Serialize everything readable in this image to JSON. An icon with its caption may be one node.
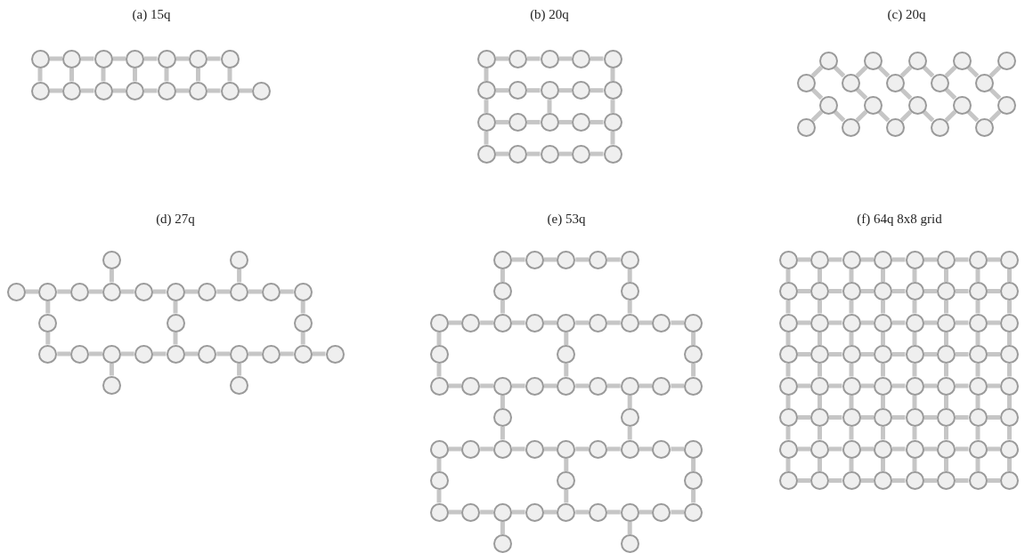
{
  "diagram": {
    "labels": [
      "(a) 15q",
      "(b) 20q",
      "(c) 20q",
      "(d) 27q",
      "(e) 53q",
      "(f) 64q 8x8 grid"
    ],
    "nodes": [
      {
        "text": [],
        "shape": "circle"
      },
      {
        "text": [],
        "shape": "circle"
      },
      {
        "text": [],
        "shape": "circle"
      },
      {
        "text": [],
        "shape": "circle"
      },
      {
        "text": [],
        "shape": "circle"
      },
      {
        "text": [],
        "shape": "circle"
      },
      {
        "text": [],
        "shape": "circle"
      },
      {
        "text": [],
        "shape": "circle"
      },
      {
        "text": [],
        "shape": "circle"
      },
      {
        "text": [],
        "shape": "circle"
      },
      {
        "text": [],
        "shape": "circle"
      },
      {
        "text": [],
        "shape": "circle"
      },
      {
        "text": [],
        "shape": "circle"
      },
      {
        "text": [],
        "shape": "circle"
      },
      {
        "text": [],
        "shape": "circle"
      },
      {
        "text": [],
        "shape": "circle"
      },
      {
        "text": [],
        "shape": "circle"
      },
      {
        "text": [],
        "shape": "circle"
      },
      {
        "text": [],
        "shape": "circle"
      },
      {
        "text": [],
        "shape": "circle"
      },
      {
        "text": [],
        "shape": "circle"
      },
      {
        "text": [],
        "shape": "circle"
      },
      {
        "text": [],
        "shape": "circle"
      },
      {
        "text": [],
        "shape": "circle"
      },
      {
        "text": [],
        "shape": "circle"
      },
      {
        "text": [],
        "shape": "circle"
      },
      {
        "text": [],
        "shape": "circle"
      },
      {
        "text": [],
        "shape": "circle"
      },
      {
        "text": [],
        "shape": "circle"
      },
      {
        "text": [],
        "shape": "circle"
      },
      {
        "text": [],
        "shape": "circle"
      },
      {
        "text": [],
        "shape": "circle"
      },
      {
        "text": [],
        "shape": "circle"
      },
      {
        "text": [],
        "shape": "circle"
      },
      {
        "text": [],
        "shape": "circle"
      },
      {
        "text": [],
        "shape": "circle"
      },
      {
        "text": [],
        "shape": "circle"
      },
      {
        "text": [],
        "shape": "circle"
      },
      {
        "text": [],
        "shape": "circle"
      },
      {
        "text": [],
        "shape": "circle"
      },
      {
        "text": [],
        "shape": "circle"
      },
      {
        "text": [],
        "shape": "circle"
      },
      {
        "text": [],
        "shape": "circle"
      },
      {
        "text": [],
        "shape": "circle"
      },
      {
        "text": [],
        "shape": "circle"
      },
      {
        "text": [],
        "shape": "circle"
      },
      {
        "text": [],
        "shape": "circle"
      },
      {
        "text": [],
        "shape": "circle"
      },
      {
        "text": [],
        "shape": "circle"
      },
      {
        "text": [],
        "shape": "circle"
      },
      {
        "text": [],
        "shape": "circle"
      },
      {
        "text": [],
        "shape": "circle"
      },
      {
        "text": [],
        "shape": "circle"
      },
      {
        "text": [],
        "shape": "circle"
      },
      {
        "text": [],
        "shape": "circle"
      },
      {
        "text": [],
        "shape": "circle"
      },
      {
        "text": [],
        "shape": "circle"
      },
      {
        "text": [],
        "shape": "circle"
      },
      {
        "text": [],
        "shape": "circle"
      },
      {
        "text": [],
        "shape": "circle"
      },
      {
        "text": [],
        "shape": "circle"
      },
      {
        "text": [],
        "shape": "circle"
      },
      {
        "text": [],
        "shape": "circle"
      },
      {
        "text": [],
        "shape": "circle"
      },
      {
        "text": [],
        "shape": "circle"
      },
      {
        "text": [],
        "shape": "circle"
      },
      {
        "text": [],
        "shape": "circle"
      },
      {
        "text": [],
        "shape": "circle"
      },
      {
        "text": [],
        "shape": "circle"
      },
      {
        "text": [],
        "shape": "circle"
      },
      {
        "text": [],
        "shape": "circle"
      },
      {
        "text": [],
        "shape": "circle"
      },
      {
        "text": [],
        "shape": "circle"
      },
      {
        "text": [],
        "shape": "circle"
      },
      {
        "text": [],
        "shape": "circle"
      },
      {
        "text": [],
        "shape": "circle"
      },
      {
        "text": [],
        "shape": "circle"
      },
      {
        "text": [],
        "shape": "circle"
      },
      {
        "text": [],
        "shape": "circle"
      },
      {
        "text": [],
        "shape": "circle"
      },
      {
        "text": [],
        "shape": "circle"
      },
      {
        "text": [],
        "shape": "circle"
      },
      {
        "text": [],
        "shape": "circle"
      },
      {
        "text": [],
        "shape": "circle"
      },
      {
        "text": [],
        "shape": "circle"
      },
      {
        "text": [],
        "shape": "circle"
      },
      {
        "text": [],
        "shape": "circle"
      },
      {
        "text": [],
        "shape": "circle"
      },
      {
        "text": [],
        "shape": "circle"
      },
      {
        "text": [],
        "shape": "circle"
      },
      {
        "text": [],
        "shape": "circle"
      },
      {
        "text": [],
        "shape": "circle"
      },
      {
        "text": [],
        "shape": "circle"
      },
      {
        "text": [],
        "shape": "circle"
      },
      {
        "text": [],
        "shape": "circle"
      },
      {
        "text": [],
        "shape": "circle"
      },
      {
        "text": [],
        "shape": "circle"
      },
      {
        "text": [],
        "shape": "circle"
      },
      {
        "text": [],
        "shape": "circle"
      },
      {
        "text": [],
        "shape": "circle"
      },
      {
        "text": [],
        "shape": "circle"
      },
      {
        "text": [],
        "shape": "circle"
      },
      {
        "text": [],
        "shape": "circle"
      },
      {
        "text": [],
        "shape": "circle"
      },
      {
        "text": [],
        "shape": "circle"
      },
      {
        "text": [],
        "shape": "circle"
      },
      {
        "text": [],
        "shape": "circle"
      },
      {
        "text": [],
        "shape": "circle"
      },
      {
        "text": [],
        "shape": "circle"
      },
      {
        "text": [],
        "shape": "circle"
      },
      {
        "text": [],
        "shape": "circle"
      },
      {
        "text": [],
        "shape": "circle"
      },
      {
        "text": [],
        "shape": "circle"
      },
      {
        "text": [],
        "shape": "circle"
      },
      {
        "text": [],
        "shape": "circle"
      },
      {
        "text": [],
        "shape": "circle"
      },
      {
        "text": [],
        "shape": "circle"
      },
      {
        "text": [],
        "shape": "circle"
      },
      {
        "text": [],
        "shape": "circle"
      },
      {
        "text": [],
        "shape": "circle"
      },
      {
        "text": [],
        "shape": "circle"
      },
      {
        "text": [],
        "shape": "circle"
      },
      {
        "text": [],
        "shape": "circle"
      },
      {
        "text": [],
        "shape": "circle"
      },
      {
        "text": [],
        "shape": "circle"
      },
      {
        "text": [],
        "shape": "circle"
      },
      {
        "text": [],
        "shape": "circle"
      },
      {
        "text": [],
        "shape": "circle"
      },
      {
        "text": [],
        "shape": "circle"
      },
      {
        "text": [],
        "shape": "circle"
      },
      {
        "text": [],
        "shape": "circle"
      },
      {
        "text": [],
        "shape": "circle"
      },
      {
        "text": [],
        "shape": "circle"
      },
      {
        "text": [],
        "shape": "circle"
      },
      {
        "text": [],
        "shape": "circle"
      },
      {
        "text": [],
        "shape": "circle"
      },
      {
        "text": [],
        "shape": "circle"
      },
      {
        "text": [],
        "shape": "circle"
      },
      {
        "text": [],
        "shape": "circle"
      },
      {
        "text": [],
        "shape": "circle"
      },
      {
        "text": [],
        "shape": "circle"
      },
      {
        "text": [],
        "shape": "circle"
      },
      {
        "text": [],
        "shape": "circle"
      },
      {
        "text": [],
        "shape": "circle"
      },
      {
        "text": [],
        "shape": "circle"
      },
      {
        "text": [],
        "shape": "circle"
      },
      {
        "text": [],
        "shape": "circle"
      },
      {
        "text": [],
        "shape": "circle"
      },
      {
        "text": [],
        "shape": "circle"
      },
      {
        "text": [],
        "shape": "circle"
      },
      {
        "text": [],
        "shape": "circle"
      },
      {
        "text": [],
        "shape": "circle"
      },
      {
        "text": [],
        "shape": "circle"
      },
      {
        "text": [],
        "shape": "circle"
      },
      {
        "text": [],
        "shape": "circle"
      },
      {
        "text": [],
        "shape": "circle"
      },
      {
        "text": [],
        "shape": "circle"
      },
      {
        "text": [],
        "shape": "circle"
      },
      {
        "text": [],
        "shape": "circle"
      },
      {
        "text": [],
        "shape": "circle"
      },
      {
        "text": [],
        "shape": "circle"
      },
      {
        "text": [],
        "shape": "circle"
      },
      {
        "text": [],
        "shape": "circle"
      },
      {
        "text": [],
        "shape": "circle"
      },
      {
        "text": [],
        "shape": "circle"
      },
      {
        "text": [],
        "shape": "circle"
      },
      {
        "text": [],
        "shape": "circle"
      },
      {
        "text": [],
        "shape": "circle"
      },
      {
        "text": [],
        "shape": "circle"
      },
      {
        "text": [],
        "shape": "circle"
      },
      {
        "text": [],
        "shape": "circle"
      },
      {
        "text": [],
        "shape": "circle"
      },
      {
        "text": [],
        "shape": "circle"
      },
      {
        "text": [],
        "shape": "circle"
      },
      {
        "text": [],
        "shape": "circle"
      },
      {
        "text": [],
        "shape": "circle"
      },
      {
        "text": [],
        "shape": "circle"
      },
      {
        "text": [],
        "shape": "circle"
      },
      {
        "text": [],
        "shape": "circle"
      },
      {
        "text": [],
        "shape": "circle"
      },
      {
        "text": [],
        "shape": "circle"
      },
      {
        "text": [],
        "shape": "circle"
      },
      {
        "text": [],
        "shape": "circle"
      },
      {
        "text": [],
        "shape": "circle"
      },
      {
        "text": [],
        "shape": "circle"
      },
      {
        "text": [],
        "shape": "circle"
      },
      {
        "text": [],
        "shape": "circle"
      },
      {
        "text": [],
        "shape": "circle"
      },
      {
        "text": [],
        "shape": "circle"
      },
      {
        "text": [],
        "shape": "circle"
      },
      {
        "text": [],
        "shape": "circle"
      },
      {
        "text": [],
        "shape": "circle"
      },
      {
        "text": [],
        "shape": "circle"
      },
      {
        "text": [],
        "shape": "circle"
      },
      {
        "text": [],
        "shape": "circle"
      },
      {
        "text": [],
        "shape": "circle"
      },
      {
        "text": [],
        "shape": "circle"
      },
      {
        "text": [],
        "shape": "circle"
      },
      {
        "text": [],
        "shape": "circle"
      }
    ],
    "edges": [
      {
        "from": 0,
        "to": 1,
        "arrow": "none"
      },
      {
        "from": 1,
        "to": 2,
        "arrow": "none"
      },
      {
        "from": 2,
        "to": 3,
        "arrow": "none"
      },
      {
        "from": 3,
        "to": 4,
        "arrow": "none"
      },
      {
        "from": 4,
        "to": 5,
        "arrow": "none"
      },
      {
        "from": 5,
        "to": 6,
        "arrow": "none"
      },
      {
        "from": 7,
        "to": 8,
        "arrow": "none"
      },
      {
        "from": 8,
        "to": 9,
        "arrow": "none"
      },
      {
        "from": 9,
        "to": 10,
        "arrow": "none"
      },
      {
        "from": 10,
        "to": 11,
        "arrow": "none"
      },
      {
        "from": 11,
        "to": 12,
        "arrow": "none"
      },
      {
        "from": 12,
        "to": 13,
        "arrow": "none"
      },
      {
        "from": 13,
        "to": 14,
        "arrow": "none"
      },
      {
        "from": 0,
        "to": 7,
        "arrow": "none"
      },
      {
        "from": 1,
        "to": 8,
        "arrow": "none"
      },
      {
        "from": 2,
        "to": 9,
        "arrow": "none"
      },
      {
        "from": 3,
        "to": 10,
        "arrow": "none"
      },
      {
        "from": 4,
        "to": 11,
        "arrow": "none"
      },
      {
        "from": 5,
        "to": 12,
        "arrow": "none"
      },
      {
        "from": 6,
        "to": 13,
        "arrow": "none"
      },
      {
        "from": 15,
        "to": 16,
        "arrow": "none"
      },
      {
        "from": 16,
        "to": 17,
        "arrow": "none"
      },
      {
        "from": 17,
        "to": 18,
        "arrow": "none"
      },
      {
        "from": 18,
        "to": 19,
        "arrow": "none"
      },
      {
        "from": 20,
        "to": 21,
        "arrow": "none"
      },
      {
        "from": 21,
        "to": 22,
        "arrow": "none"
      },
      {
        "from": 22,
        "to": 23,
        "arrow": "none"
      },
      {
        "from": 23,
        "to": 24,
        "arrow": "none"
      },
      {
        "from": 25,
        "to": 26,
        "arrow": "none"
      },
      {
        "from": 26,
        "to": 27,
        "arrow": "none"
      },
      {
        "from": 27,
        "to": 28,
        "arrow": "none"
      },
      {
        "from": 28,
        "to": 29,
        "arrow": "none"
      },
      {
        "from": 30,
        "to": 31,
        "arrow": "none"
      },
      {
        "from": 31,
        "to": 32,
        "arrow": "none"
      },
      {
        "from": 32,
        "to": 33,
        "arrow": "none"
      },
      {
        "from": 33,
        "to": 34,
        "arrow": "none"
      },
      {
        "from": 15,
        "to": 20,
        "arrow": "none"
      },
      {
        "from": 20,
        "to": 25,
        "arrow": "none"
      },
      {
        "from": 25,
        "to": 30,
        "arrow": "none"
      },
      {
        "from": 22,
        "to": 27,
        "arrow": "none"
      },
      {
        "from": 19,
        "to": 24,
        "arrow": "none"
      },
      {
        "from": 24,
        "to": 29,
        "arrow": "none"
      },
      {
        "from": 29,
        "to": 34,
        "arrow": "none"
      },
      {
        "from": 35,
        "to": 40,
        "arrow": "none"
      },
      {
        "from": 35,
        "to": 41,
        "arrow": "none"
      },
      {
        "from": 36,
        "to": 41,
        "arrow": "none"
      },
      {
        "from": 36,
        "to": 42,
        "arrow": "none"
      },
      {
        "from": 37,
        "to": 42,
        "arrow": "none"
      },
      {
        "from": 37,
        "to": 43,
        "arrow": "none"
      },
      {
        "from": 38,
        "to": 43,
        "arrow": "none"
      },
      {
        "from": 38,
        "to": 44,
        "arrow": "none"
      },
      {
        "from": 39,
        "to": 44,
        "arrow": "none"
      },
      {
        "from": 40,
        "to": 45,
        "arrow": "none"
      },
      {
        "from": 41,
        "to": 46,
        "arrow": "none"
      },
      {
        "from": 42,
        "to": 47,
        "arrow": "none"
      },
      {
        "from": 43,
        "to": 48,
        "arrow": "none"
      },
      {
        "from": 44,
        "to": 49,
        "arrow": "none"
      },
      {
        "from": 45,
        "to": 50,
        "arrow": "none"
      },
      {
        "from": 45,
        "to": 51,
        "arrow": "none"
      },
      {
        "from": 46,
        "to": 51,
        "arrow": "none"
      },
      {
        "from": 46,
        "to": 52,
        "arrow": "none"
      },
      {
        "from": 47,
        "to": 52,
        "arrow": "none"
      },
      {
        "from": 47,
        "to": 53,
        "arrow": "none"
      },
      {
        "from": 48,
        "to": 53,
        "arrow": "none"
      },
      {
        "from": 48,
        "to": 54,
        "arrow": "none"
      },
      {
        "from": 49,
        "to": 54,
        "arrow": "none"
      },
      {
        "from": 57,
        "to": 58,
        "arrow": "none"
      },
      {
        "from": 58,
        "to": 59,
        "arrow": "none"
      },
      {
        "from": 59,
        "to": 60,
        "arrow": "none"
      },
      {
        "from": 60,
        "to": 61,
        "arrow": "none"
      },
      {
        "from": 61,
        "to": 62,
        "arrow": "none"
      },
      {
        "from": 62,
        "to": 63,
        "arrow": "none"
      },
      {
        "from": 63,
        "to": 64,
        "arrow": "none"
      },
      {
        "from": 64,
        "to": 65,
        "arrow": "none"
      },
      {
        "from": 65,
        "to": 66,
        "arrow": "none"
      },
      {
        "from": 55,
        "to": 60,
        "arrow": "none"
      },
      {
        "from": 56,
        "to": 64,
        "arrow": "none"
      },
      {
        "from": 58,
        "to": 67,
        "arrow": "none"
      },
      {
        "from": 67,
        "to": 70,
        "arrow": "none"
      },
      {
        "from": 62,
        "to": 68,
        "arrow": "none"
      },
      {
        "from": 68,
        "to": 74,
        "arrow": "none"
      },
      {
        "from": 66,
        "to": 69,
        "arrow": "none"
      },
      {
        "from": 69,
        "to": 78,
        "arrow": "none"
      },
      {
        "from": 70,
        "to": 71,
        "arrow": "none"
      },
      {
        "from": 71,
        "to": 72,
        "arrow": "none"
      },
      {
        "from": 72,
        "to": 73,
        "arrow": "none"
      },
      {
        "from": 73,
        "to": 74,
        "arrow": "none"
      },
      {
        "from": 74,
        "to": 75,
        "arrow": "none"
      },
      {
        "from": 75,
        "to": 76,
        "arrow": "none"
      },
      {
        "from": 76,
        "to": 77,
        "arrow": "none"
      },
      {
        "from": 77,
        "to": 78,
        "arrow": "none"
      },
      {
        "from": 78,
        "to": 79,
        "arrow": "none"
      },
      {
        "from": 72,
        "to": 80,
        "arrow": "none"
      },
      {
        "from": 76,
        "to": 81,
        "arrow": "none"
      },
      {
        "from": 82,
        "to": 83,
        "arrow": "none"
      },
      {
        "from": 83,
        "to": 84,
        "arrow": "none"
      },
      {
        "from": 84,
        "to": 85,
        "arrow": "none"
      },
      {
        "from": 85,
        "to": 86,
        "arrow": "none"
      },
      {
        "from": 82,
        "to": 87,
        "arrow": "none"
      },
      {
        "from": 87,
        "to": 91,
        "arrow": "none"
      },
      {
        "from": 86,
        "to": 88,
        "arrow": "none"
      },
      {
        "from": 88,
        "to": 95,
        "arrow": "none"
      },
      {
        "from": 89,
        "to": 90,
        "arrow": "none"
      },
      {
        "from": 90,
        "to": 91,
        "arrow": "none"
      },
      {
        "from": 91,
        "to": 92,
        "arrow": "none"
      },
      {
        "from": 92,
        "to": 93,
        "arrow": "none"
      },
      {
        "from": 93,
        "to": 94,
        "arrow": "none"
      },
      {
        "from": 94,
        "to": 95,
        "arrow": "none"
      },
      {
        "from": 95,
        "to": 96,
        "arrow": "none"
      },
      {
        "from": 96,
        "to": 97,
        "arrow": "none"
      },
      {
        "from": 89,
        "to": 98,
        "arrow": "none"
      },
      {
        "from": 98,
        "to": 101,
        "arrow": "none"
      },
      {
        "from": 93,
        "to": 99,
        "arrow": "none"
      },
      {
        "from": 99,
        "to": 105,
        "arrow": "none"
      },
      {
        "from": 97,
        "to": 100,
        "arrow": "none"
      },
      {
        "from": 100,
        "to": 109,
        "arrow": "none"
      },
      {
        "from": 101,
        "to": 102,
        "arrow": "none"
      },
      {
        "from": 102,
        "to": 103,
        "arrow": "none"
      },
      {
        "from": 103,
        "to": 104,
        "arrow": "none"
      },
      {
        "from": 104,
        "to": 105,
        "arrow": "none"
      },
      {
        "from": 105,
        "to": 106,
        "arrow": "none"
      },
      {
        "from": 106,
        "to": 107,
        "arrow": "none"
      },
      {
        "from": 107,
        "to": 108,
        "arrow": "none"
      },
      {
        "from": 108,
        "to": 109,
        "arrow": "none"
      },
      {
        "from": 103,
        "to": 110,
        "arrow": "none"
      },
      {
        "from": 110,
        "to": 114,
        "arrow": "none"
      },
      {
        "from": 107,
        "to": 111,
        "arrow": "none"
      },
      {
        "from": 111,
        "to": 118,
        "arrow": "none"
      },
      {
        "from": 112,
        "to": 113,
        "arrow": "none"
      },
      {
        "from": 113,
        "to": 114,
        "arrow": "none"
      },
      {
        "from": 114,
        "to": 115,
        "arrow": "none"
      },
      {
        "from": 115,
        "to": 116,
        "arrow": "none"
      },
      {
        "from": 116,
        "to": 117,
        "arrow": "none"
      },
      {
        "from": 117,
        "to": 118,
        "arrow": "none"
      },
      {
        "from": 118,
        "to": 119,
        "arrow": "none"
      },
      {
        "from": 119,
        "to": 120,
        "arrow": "none"
      },
      {
        "from": 112,
        "to": 121,
        "arrow": "none"
      },
      {
        "from": 121,
        "to": 124,
        "arrow": "none"
      },
      {
        "from": 116,
        "to": 122,
        "arrow": "none"
      },
      {
        "from": 122,
        "to": 128,
        "arrow": "none"
      },
      {
        "from": 120,
        "to": 123,
        "arrow": "none"
      },
      {
        "from": 123,
        "to": 132,
        "arrow": "none"
      },
      {
        "from": 124,
        "to": 125,
        "arrow": "none"
      },
      {
        "from": 125,
        "to": 126,
        "arrow": "none"
      },
      {
        "from": 126,
        "to": 127,
        "arrow": "none"
      },
      {
        "from": 127,
        "to": 128,
        "arrow": "none"
      },
      {
        "from": 128,
        "to": 129,
        "arrow": "none"
      },
      {
        "from": 129,
        "to": 130,
        "arrow": "none"
      },
      {
        "from": 130,
        "to": 131,
        "arrow": "none"
      },
      {
        "from": 131,
        "to": 132,
        "arrow": "none"
      },
      {
        "from": 126,
        "to": 133,
        "arrow": "none"
      },
      {
        "from": 130,
        "to": 134,
        "arrow": "none"
      },
      {
        "from": 135,
        "to": 136,
        "arrow": "none"
      },
      {
        "from": 136,
        "to": 137,
        "arrow": "none"
      },
      {
        "from": 137,
        "to": 138,
        "arrow": "none"
      },
      {
        "from": 138,
        "to": 139,
        "arrow": "none"
      },
      {
        "from": 139,
        "to": 140,
        "arrow": "none"
      },
      {
        "from": 140,
        "to": 141,
        "arrow": "none"
      },
      {
        "from": 141,
        "to": 142,
        "arrow": "none"
      },
      {
        "from": 135,
        "to": 143,
        "arrow": "none"
      },
      {
        "from": 136,
        "to": 144,
        "arrow": "none"
      },
      {
        "from": 137,
        "to": 145,
        "arrow": "none"
      },
      {
        "from": 138,
        "to": 146,
        "arrow": "none"
      },
      {
        "from": 139,
        "to": 147,
        "arrow": "none"
      },
      {
        "from": 140,
        "to": 148,
        "arrow": "none"
      },
      {
        "from": 141,
        "to": 149,
        "arrow": "none"
      },
      {
        "from": 142,
        "to": 150,
        "arrow": "none"
      },
      {
        "from": 143,
        "to": 144,
        "arrow": "none"
      },
      {
        "from": 144,
        "to": 145,
        "arrow": "none"
      },
      {
        "from": 145,
        "to": 146,
        "arrow": "none"
      },
      {
        "from": 146,
        "to": 147,
        "arrow": "none"
      },
      {
        "from": 147,
        "to": 148,
        "arrow": "none"
      },
      {
        "from": 148,
        "to": 149,
        "arrow": "none"
      },
      {
        "from": 149,
        "to": 150,
        "arrow": "none"
      },
      {
        "from": 143,
        "to": 151,
        "arrow": "none"
      },
      {
        "from": 144,
        "to": 152,
        "arrow": "none"
      },
      {
        "from": 145,
        "to": 153,
        "arrow": "none"
      },
      {
        "from": 146,
        "to": 154,
        "arrow": "none"
      },
      {
        "from": 147,
        "to": 155,
        "arrow": "none"
      },
      {
        "from": 148,
        "to": 156,
        "arrow": "none"
      },
      {
        "from": 149,
        "to": 157,
        "arrow": "none"
      },
      {
        "from": 150,
        "to": 158,
        "arrow": "none"
      },
      {
        "from": 151,
        "to": 152,
        "arrow": "none"
      },
      {
        "from": 152,
        "to": 153,
        "arrow": "none"
      },
      {
        "from": 153,
        "to": 154,
        "arrow": "none"
      },
      {
        "from": 154,
        "to": 155,
        "arrow": "none"
      },
      {
        "from": 155,
        "to": 156,
        "arrow": "none"
      },
      {
        "from": 156,
        "to": 157,
        "arrow": "none"
      },
      {
        "from": 157,
        "to": 158,
        "arrow": "none"
      },
      {
        "from": 151,
        "to": 159,
        "arrow": "none"
      },
      {
        "from": 152,
        "to": 160,
        "arrow": "none"
      },
      {
        "from": 153,
        "to": 161,
        "arrow": "none"
      },
      {
        "from": 154,
        "to": 162,
        "arrow": "none"
      },
      {
        "from": 155,
        "to": 163,
        "arrow": "none"
      },
      {
        "from": 156,
        "to": 164,
        "arrow": "none"
      },
      {
        "from": 157,
        "to": 165,
        "arrow": "none"
      },
      {
        "from": 158,
        "to": 166,
        "arrow": "none"
      },
      {
        "from": 159,
        "to": 160,
        "arrow": "none"
      },
      {
        "from": 160,
        "to": 161,
        "arrow": "none"
      },
      {
        "from": 161,
        "to": 162,
        "arrow": "none"
      },
      {
        "from": 162,
        "to": 163,
        "arrow": "none"
      },
      {
        "from": 163,
        "to": 164,
        "arrow": "none"
      },
      {
        "from": 164,
        "to": 165,
        "arrow": "none"
      },
      {
        "from": 165,
        "to": 166,
        "arrow": "none"
      },
      {
        "from": 159,
        "to": 167,
        "arrow": "none"
      },
      {
        "from": 160,
        "to": 168,
        "arrow": "none"
      },
      {
        "from": 161,
        "to": 169,
        "arrow": "none"
      },
      {
        "from": 162,
        "to": 170,
        "arrow": "none"
      },
      {
        "from": 163,
        "to": 171,
        "arrow": "none"
      },
      {
        "from": 164,
        "to": 172,
        "arrow": "none"
      },
      {
        "from": 165,
        "to": 173,
        "arrow": "none"
      },
      {
        "from": 166,
        "to": 174,
        "arrow": "none"
      },
      {
        "from": 167,
        "to": 168,
        "arrow": "none"
      },
      {
        "from": 168,
        "to": 169,
        "arrow": "none"
      },
      {
        "from": 169,
        "to": 170,
        "arrow": "none"
      },
      {
        "from": 170,
        "to": 171,
        "arrow": "none"
      },
      {
        "from": 171,
        "to": 172,
        "arrow": "none"
      },
      {
        "from": 172,
        "to": 173,
        "arrow": "none"
      },
      {
        "from": 173,
        "to": 174,
        "arrow": "none"
      },
      {
        "from": 167,
        "to": 175,
        "arrow": "none"
      },
      {
        "from": 168,
        "to": 176,
        "arrow": "none"
      },
      {
        "from": 169,
        "to": 177,
        "arrow": "none"
      },
      {
        "from": 170,
        "to": 178,
        "arrow": "none"
      },
      {
        "from": 171,
        "to": 179,
        "arrow": "none"
      },
      {
        "from": 172,
        "to": 180,
        "arrow": "none"
      },
      {
        "from": 173,
        "to": 181,
        "arrow": "none"
      },
      {
        "from": 174,
        "to": 182,
        "arrow": "none"
      },
      {
        "from": 175,
        "to": 176,
        "arrow": "none"
      },
      {
        "from": 176,
        "to": 177,
        "arrow": "none"
      },
      {
        "from": 177,
        "to": 178,
        "arrow": "none"
      },
      {
        "from": 178,
        "to": 179,
        "arrow": "none"
      },
      {
        "from": 179,
        "to": 180,
        "arrow": "none"
      },
      {
        "from": 180,
        "to": 181,
        "arrow": "none"
      },
      {
        "from": 181,
        "to": 182,
        "arrow": "none"
      },
      {
        "from": 175,
        "to": 183,
        "arrow": "none"
      },
      {
        "from": 176,
        "to": 184,
        "arrow": "none"
      },
      {
        "from": 177,
        "to": 185,
        "arrow": "none"
      },
      {
        "from": 178,
        "to": 186,
        "arrow": "none"
      },
      {
        "from": 179,
        "to": 187,
        "arrow": "none"
      },
      {
        "from": 180,
        "to": 188,
        "arrow": "none"
      },
      {
        "from": 181,
        "to": 189,
        "arrow": "none"
      },
      {
        "from": 182,
        "to": 190,
        "arrow": "none"
      },
      {
        "from": 183,
        "to": 184,
        "arrow": "none"
      },
      {
        "from": 184,
        "to": 185,
        "arrow": "none"
      },
      {
        "from": 185,
        "to": 186,
        "arrow": "none"
      },
      {
        "from": 186,
        "to": 187,
        "arrow": "none"
      },
      {
        "from": 187,
        "to": 188,
        "arrow": "none"
      },
      {
        "from": 188,
        "to": 189,
        "arrow": "none"
      },
      {
        "from": 189,
        "to": 190,
        "arrow": "none"
      },
      {
        "from": 183,
        "to": 191,
        "arrow": "none"
      },
      {
        "from": 184,
        "to": 192,
        "arrow": "none"
      },
      {
        "from": 185,
        "to": 193,
        "arrow": "none"
      },
      {
        "from": 186,
        "to": 194,
        "arrow": "none"
      },
      {
        "from": 187,
        "to": 195,
        "arrow": "none"
      },
      {
        "from": 188,
        "to": 196,
        "arrow": "none"
      },
      {
        "from": 189,
        "to": 197,
        "arrow": "none"
      },
      {
        "from": 190,
        "to": 198,
        "arrow": "none"
      },
      {
        "from": 191,
        "to": 192,
        "arrow": "none"
      },
      {
        "from": 192,
        "to": 193,
        "arrow": "none"
      },
      {
        "from": 193,
        "to": 194,
        "arrow": "none"
      },
      {
        "from": 194,
        "to": 195,
        "arrow": "none"
      },
      {
        "from": 195,
        "to": 196,
        "arrow": "none"
      },
      {
        "from": 196,
        "to": 197,
        "arrow": "none"
      },
      {
        "from": 197,
        "to": 198,
        "arrow": "none"
      }
    ]
  }
}
